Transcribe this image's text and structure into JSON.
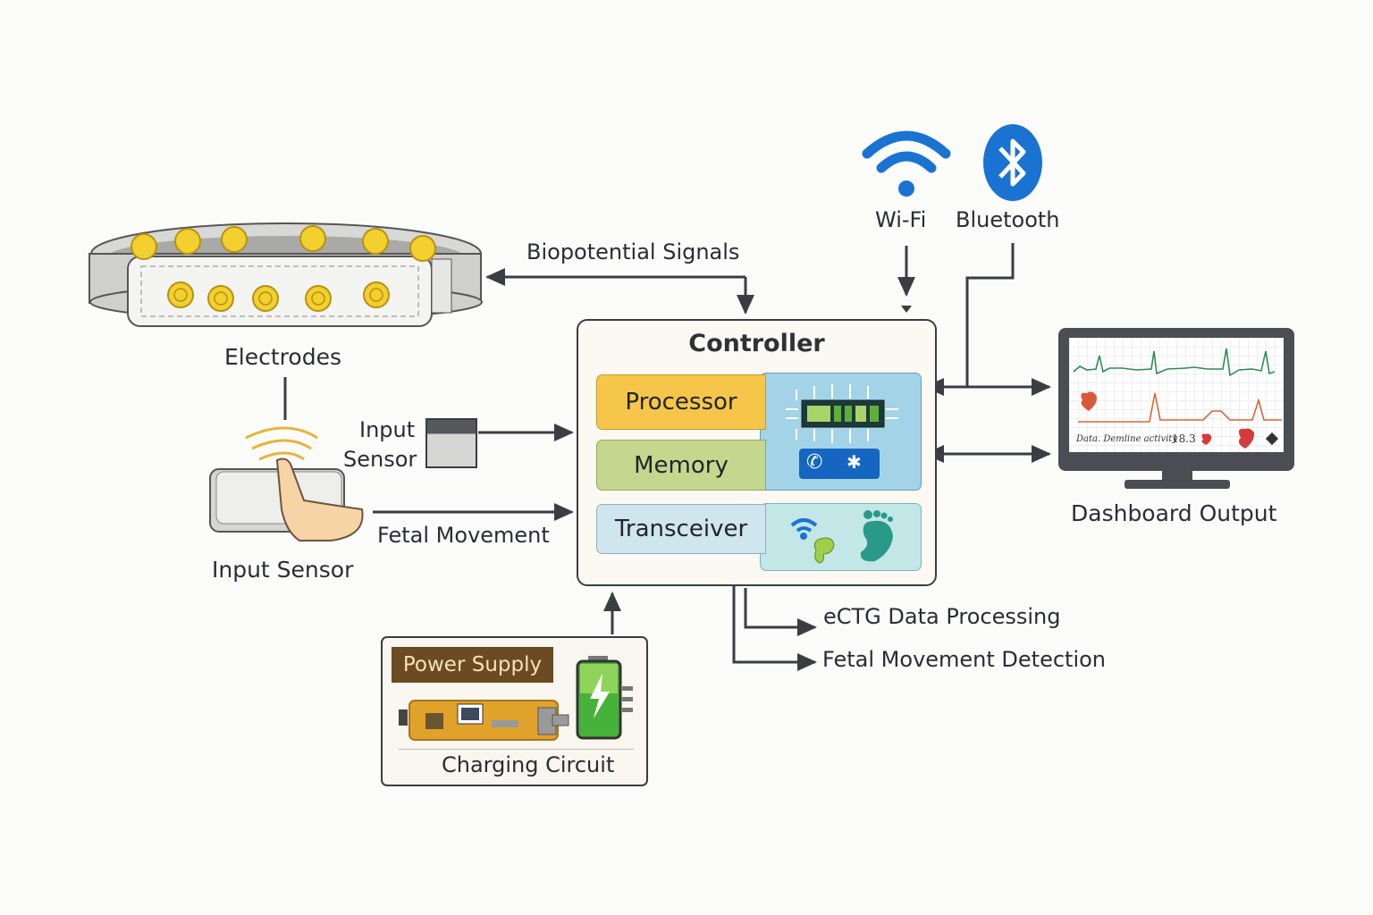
{
  "diagram": {
    "nodes": {
      "electrodes": {
        "label": "Electrodes",
        "icon": "electrode-belt-icon",
        "electrode_count": 11
      },
      "input_sensor": {
        "label": "Input Sensor",
        "icon": "touch-sensor-icon"
      },
      "input_sensor_device": {
        "label_line1": "Input",
        "label_line2": "Sensor",
        "icon": "sensor-module-icon"
      },
      "controller": {
        "title": "Controller",
        "blocks": [
          {
            "label": "Processor",
            "color": "#f5c649"
          },
          {
            "label": "Memory",
            "color": "#c5d78f"
          },
          {
            "label": "Transceiver",
            "color": "#cfe6ee"
          }
        ],
        "icons": [
          "chip-icon",
          "phone-icon",
          "bluetooth-icon",
          "wifi-icon",
          "footprint-icon"
        ]
      },
      "wifi": {
        "label": "Wi-Fi",
        "icon": "wifi-icon",
        "color": "#1a73d1"
      },
      "bluetooth": {
        "label": "Bluetooth",
        "icon": "bluetooth-icon",
        "color": "#1a73d1"
      },
      "dashboard": {
        "label": "Dashboard Output",
        "screen_caption": "Data. Demline activity",
        "screen_value": "18.3",
        "icon": "monitor-icon"
      },
      "power": {
        "title": "Power Supply",
        "subtitle": "Charging Circuit",
        "icons": [
          "circuit-board-icon",
          "battery-charging-icon"
        ]
      }
    },
    "edges": [
      {
        "from": "controller",
        "to": "electrodes",
        "label": "Biopotential Signals"
      },
      {
        "from": "input_sensor_device",
        "to": "controller",
        "label": ""
      },
      {
        "from": "input_sensor",
        "to": "controller",
        "label": "Fetal Movement"
      },
      {
        "from": "wifi",
        "to": "controller",
        "label": ""
      },
      {
        "from": "bluetooth",
        "to": "controller",
        "label": ""
      },
      {
        "from": "controller",
        "to": "dashboard",
        "label": "",
        "bidirectional": true
      },
      {
        "from": "power",
        "to": "controller",
        "label": ""
      },
      {
        "from": "controller",
        "to": "ectg",
        "label": "eCTG Data Processing"
      },
      {
        "from": "controller",
        "to": "fm_detection",
        "label": "Fetal Movement Detection"
      }
    ]
  }
}
